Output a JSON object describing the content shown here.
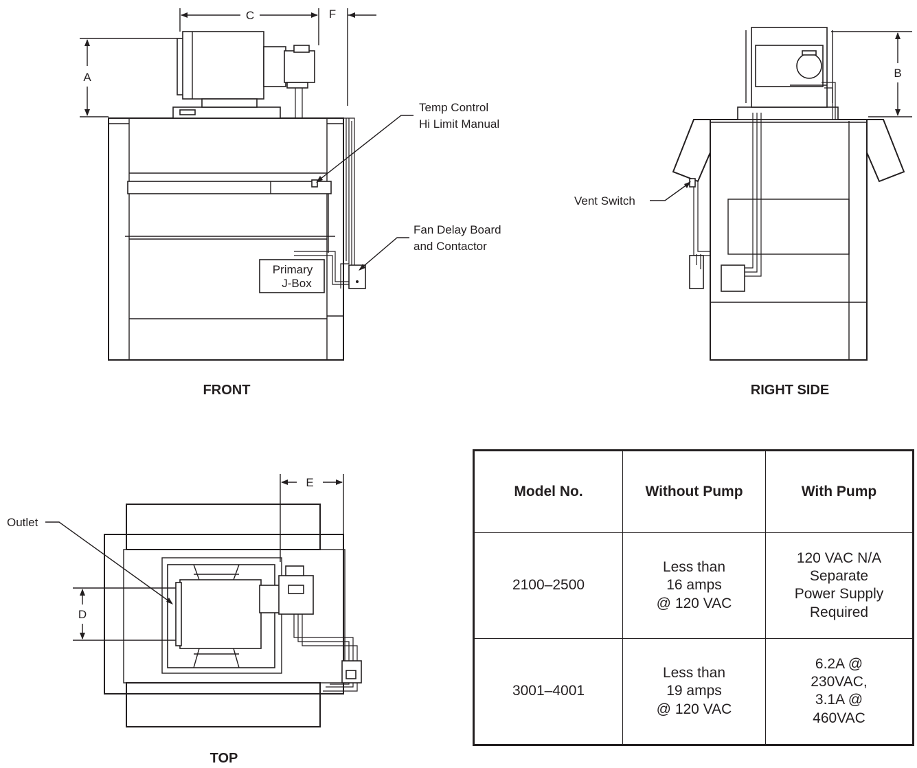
{
  "views": {
    "front": "FRONT",
    "right_side": "RIGHT SIDE",
    "top": "TOP"
  },
  "dimensions": {
    "a": "A",
    "b": "B",
    "c": "C",
    "d": "D",
    "e": "E",
    "f": "F"
  },
  "callouts": {
    "temp_control_line1": "Temp Control",
    "temp_control_line2": "Hi Limit Manual",
    "fan_delay_line1": "Fan Delay Board",
    "fan_delay_line2": "and Contactor",
    "jbox_line1": "Primary",
    "jbox_line2": "J-Box",
    "vent_switch": "Vent Switch",
    "outlet": "Outlet"
  },
  "table": {
    "headers": [
      "Model No.",
      "Without Pump",
      "With Pump"
    ],
    "rows": [
      [
        "2100–2500",
        "Less than\n16 amps\n@ 120 VAC",
        "120 VAC N/A\nSeparate\nPower Supply\nRequired"
      ],
      [
        "3001–4001",
        "Less than\n19 amps\n@ 120 VAC",
        "6.2A @\n230VAC,\n3.1A @\n460VAC"
      ]
    ]
  }
}
